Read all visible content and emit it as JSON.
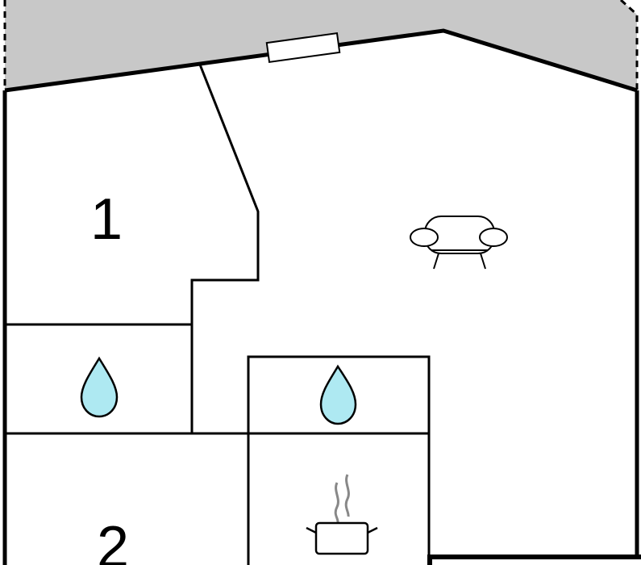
{
  "floorplan": {
    "rooms": [
      {
        "id": "bedroom-1",
        "label": "1"
      },
      {
        "id": "bedroom-2",
        "label": "2"
      }
    ],
    "icons": [
      {
        "id": "bathroom-1",
        "icon": "water-drop-icon"
      },
      {
        "id": "bathroom-2",
        "icon": "water-drop-icon"
      },
      {
        "id": "living",
        "icon": "sofa-icon"
      },
      {
        "id": "kitchen",
        "icon": "cooking-pot-icon"
      }
    ],
    "colors": {
      "terrace": "#c8c8c8",
      "water": "#aee9f2",
      "wall": "#000000"
    }
  }
}
